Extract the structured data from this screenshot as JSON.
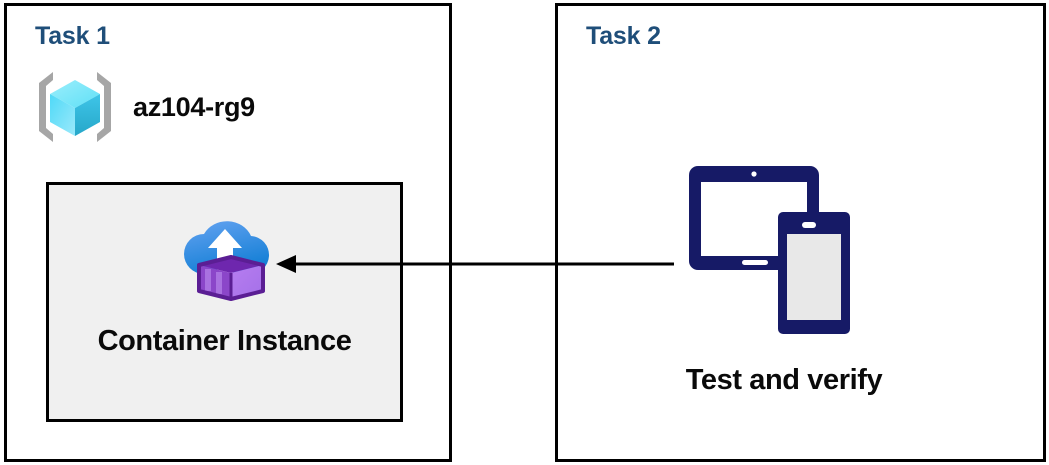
{
  "diagram": {
    "title": "Azure Container Instance task diagram",
    "background_color": "#ffffff",
    "accent_color": "#1F4E79",
    "border_color": "#000000",
    "resource_box_fill": "#f0f0f0",
    "device_icon_color": "#161A66"
  },
  "panels": [
    {
      "id": "task1",
      "title": "Task 1",
      "resource_group": {
        "icon": "resource-group-icon",
        "label": "az104-rg9"
      },
      "resource": {
        "icon": "container-instance-icon",
        "label": "Container Instance"
      }
    },
    {
      "id": "task2",
      "title": "Task 2",
      "item": {
        "icon": "devices-tablet-phone-icon",
        "label": "Test and verify"
      }
    }
  ],
  "connector": {
    "name": "arrow-task2-to-container-instance",
    "direction": "right-to-left",
    "from": "Test and verify",
    "to": "Container Instance"
  }
}
